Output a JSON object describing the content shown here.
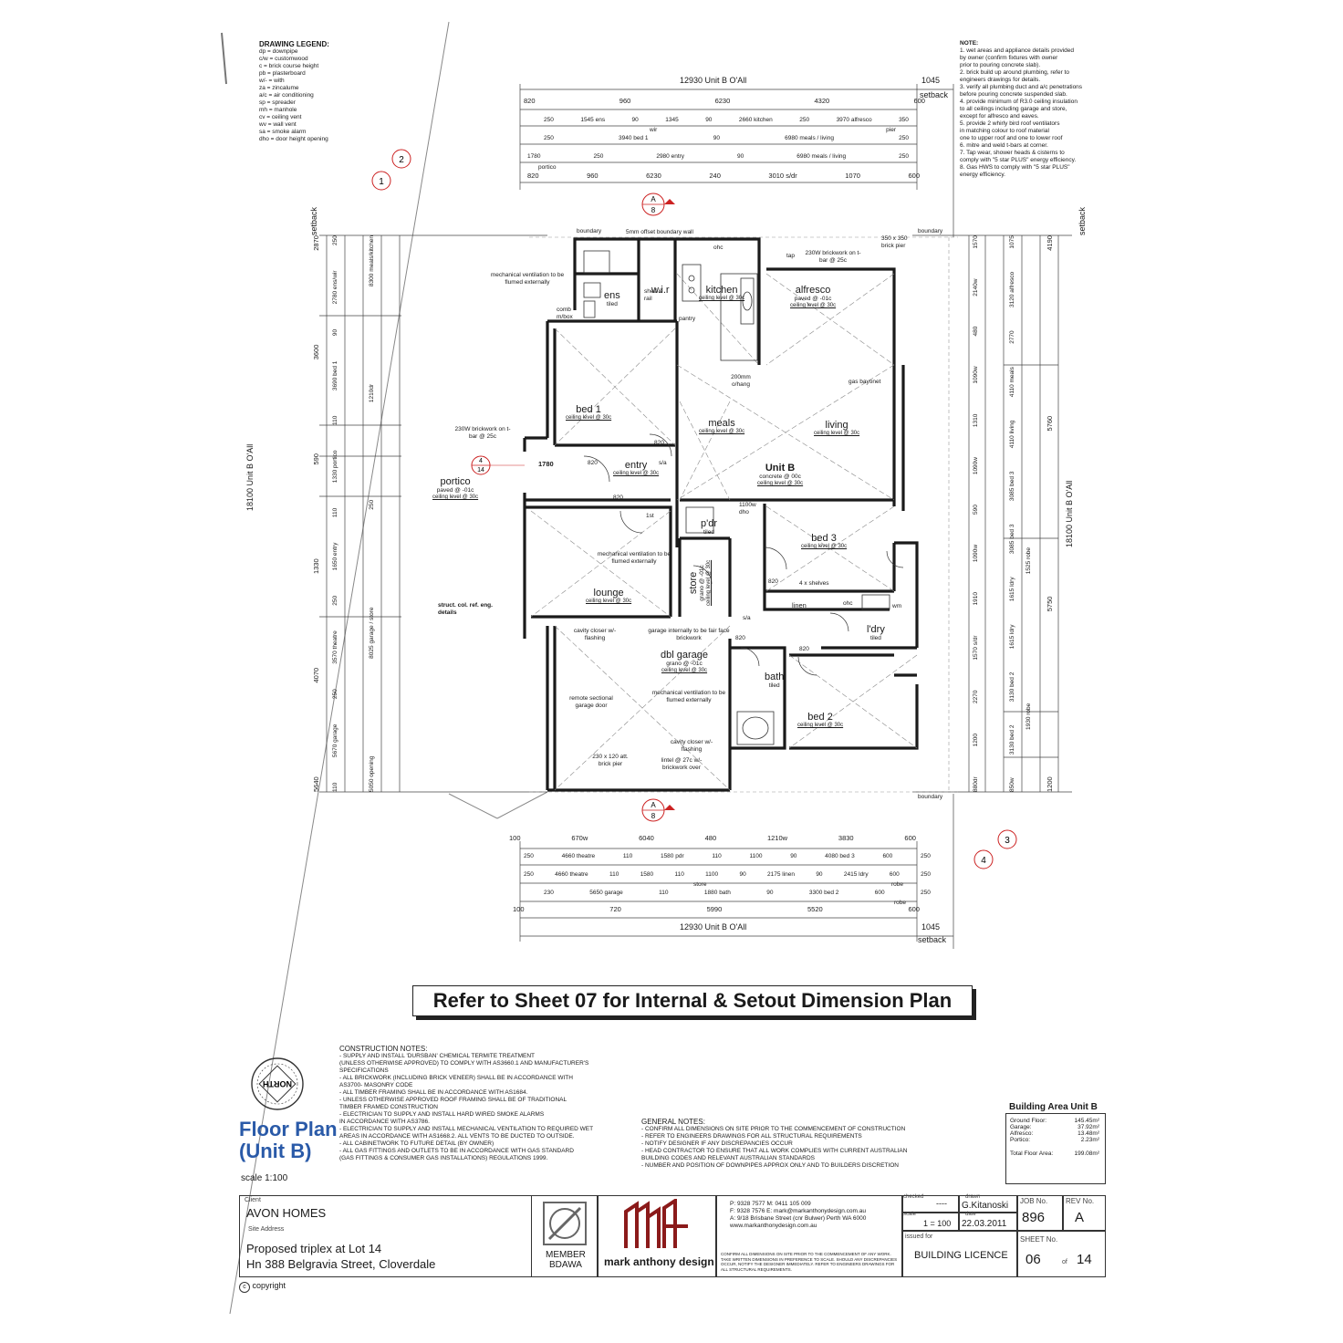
{
  "legend": {
    "title": "DRAWING LEGEND:",
    "items": [
      "dp = downpipe",
      "c/w = customwood",
      "c = brick course height",
      "pb = plasterboard",
      "w/- = with",
      "za = zincalume",
      "a/c = air conditioning",
      "sp = spreader",
      "mh = manhole",
      "cv = ceiling vent",
      "wv = wall vent",
      "sa = smoke alarm",
      "dho = door height opening"
    ]
  },
  "notes": {
    "title": "NOTE:",
    "lines": [
      "1. wet areas  and appliance details provided",
      "by owner (confirm fixtures with owner",
      "prior to pouring concrete slab).",
      "2. brick build up around plumbing, refer to",
      "engineers drawings for details.",
      "3. verify all plumbing duct and a/c penetrations",
      "before pouring concrete suspended slab.",
      "4. provide minimum of R3.0 ceiling insulation",
      "to all ceilings including garage and store,",
      "except for alfresco and eaves.",
      "5. provide 2 whirly bird roof ventilators",
      "in matching colour to roof material",
      "one to upper roof and one to lower roof",
      "6. mitre and weld t-bars at corner.",
      "7. Tap wear, shower heads & cisterns to",
      "comply with \"5 star PLUS\" energy efficiency.",
      "8. Gas HWS to comply with \"5 star PLUS\"",
      "energy efficiency."
    ]
  },
  "dims": {
    "top_overall": "12930 Unit B O'All",
    "top_setback": "1045",
    "setback": "setback",
    "top_row1": [
      "820",
      "960",
      "6230",
      "4320",
      "600"
    ],
    "top_row2": [
      "250",
      "1545 ens",
      "90",
      "1345",
      "90",
      "2660 kitchen",
      "250",
      "3970 alfresco",
      "350"
    ],
    "top_row2b": [
      "wir",
      "pier"
    ],
    "top_row3": [
      "250",
      "3940 bed 1",
      "90",
      "6980 meals / living",
      "250"
    ],
    "top_row4": [
      "1780",
      "250",
      "2980 entry",
      "90",
      "6980 meals / living",
      "250"
    ],
    "top_row4b": "portico",
    "top_row5": [
      "820",
      "960",
      "6230",
      "240",
      "3010 s/dr",
      "1070",
      "600"
    ],
    "bottom_row1": [
      "100",
      "670w",
      "6040",
      "480",
      "1210w",
      "3830",
      "600"
    ],
    "bottom_row2": [
      "250",
      "4660 theatre",
      "110",
      "1580 pdr",
      "110",
      "1100",
      "90",
      "4080 bed 3",
      "600",
      "250"
    ],
    "bottom_row3": [
      "250",
      "4660 theatre",
      "110",
      "1580",
      "110",
      "1100",
      "90",
      "2175 linen",
      "90",
      "2415 ldry",
      "600",
      "250"
    ],
    "bottom_row3b": [
      "store",
      "robe"
    ],
    "bottom_row4": [
      "230",
      "5650 garage",
      "110",
      "1880 bath",
      "90",
      "3300 bed 2",
      "600",
      "250"
    ],
    "bottom_row4b": "robe",
    "bottom_row5": [
      "100",
      "720",
      "5990",
      "5520",
      "600"
    ],
    "bottom_overall": "12930 Unit B O'All",
    "bottom_setback": "1045",
    "left_overall": "18100 Unit B O'All",
    "left_col1": [
      "2870",
      "3600",
      "590",
      "1330",
      "4070",
      "5640"
    ],
    "left_col2": [
      "250",
      "2780 ens/wir",
      "90",
      "3690 bed 1",
      "110",
      "1330 portico",
      "110",
      "1650 entry",
      "250",
      "3570 theatre",
      "250",
      "5670 garage",
      "110"
    ],
    "left_col3": [
      "8300 meals/kitchen",
      "1210dr",
      "250",
      "8025 garage / store",
      "5050 opening"
    ],
    "right_overall": "18100 Unit B O'All",
    "right_col1": [
      "4190",
      "5760",
      "5750",
      "1200"
    ],
    "right_col2": [
      "1570",
      "2140w",
      "480",
      "1090w",
      "1310",
      "1090w",
      "590",
      "1090w",
      "1910",
      "1570 s/dr",
      "2270",
      "1200",
      "880dr"
    ],
    "right_col3": [
      "1075",
      "3120 alfresco",
      "2770",
      "4110 meals",
      "4110 living",
      "3085 bed 3",
      "3085 bed 3",
      "1615 ldry",
      "1615 ldry",
      "3130 bed 2",
      "3130 bed 2",
      "850w"
    ],
    "right_col4": [
      "1525 robe",
      "1930 robe"
    ]
  },
  "rooms": {
    "ens": "ens",
    "ens_sub": "tiled",
    "wir": "w.i.r",
    "kitchen": "kitchen",
    "kitchen_ceil": "ceiling level @ 30c",
    "alfresco": "alfresco",
    "alfresco_sub": "paved @ -01c",
    "alfresco_ceil": "ceiling level @ 30c",
    "bed1": "bed 1",
    "bed1_ceil": "ceiling level @ 30c",
    "meals": "meals",
    "meals_ceil": "ceiling level @ 30c",
    "living": "living",
    "living_ceil": "ceiling level @ 30c",
    "entry": "entry",
    "entry_ceil": "ceiling level @ 30c",
    "unitb": "Unit B",
    "unitb_sub": "concrete @ 00c",
    "unitb_ceil": "ceiling level @ 30c",
    "portico": "portico",
    "portico_sub": "paved @ -01c",
    "portico_ceil": "ceiling level @ 30c",
    "bed3": "bed 3",
    "bed3_ceil": "ceiling level @ 30c",
    "pdr": "p'dr",
    "pdr_sub": "tiled",
    "lounge": "lounge",
    "lounge_ceil": "ceiling level @ 30c",
    "store": "store",
    "store_sub": "grano @ -01c",
    "store_ceil": "ceiling level @ 30c",
    "linen": "linen",
    "ldry": "l'dry",
    "ldry_sub": "tiled",
    "garage": "dbl garage",
    "garage_sub": "grano @ -01c",
    "garage_ceil": "ceiling level @ 30c",
    "bath": "bath",
    "bath_sub": "tiled",
    "bed2": "bed 2",
    "bed2_ceil": "ceiling level @ 30c"
  },
  "annotations": {
    "boundary": "boundary",
    "offset_wall": "5mm offset boundary wall",
    "mech_vent": "mechanical ventilation to be flumed externally",
    "brick_tbar": "230W brickwork on t-bar @ 25c",
    "brick_pier": "350 x 350 brick pier",
    "gas_bayonet": "gas bayonet",
    "overhang": "200mm o/hang",
    "struct": "struct. col. ref. eng. details",
    "cavity_closer": "cavity closer w/- flashing",
    "garage_internal": "garage internally to be fair face brickwork",
    "remote_door": "remote sectional garage door",
    "att_pier": "230 x 120 att. brick pier",
    "lintel": "lintel @ 27c w/- brickwork over",
    "shelves": "4 x shelves",
    "shelf_rail": "shelf & rail",
    "dho": "1100w dho",
    "pantry": "pantry",
    "tap": "tap",
    "comb_box": "comb m/box",
    "one_st": "1st",
    "wm": "wm",
    "ohc": "ohc",
    "entry_width": "1780",
    "door_820": "820",
    "sa": "s/a"
  },
  "markers": {
    "section_top": {
      "top": "A",
      "bottom": "8"
    },
    "section_bottom": {
      "top": "A",
      "bottom": "8"
    },
    "section_left": {
      "top": "4",
      "bottom": "14"
    },
    "grid_tl": [
      "1",
      "2"
    ],
    "grid_br": [
      "3",
      "4"
    ]
  },
  "banner": "Refer to Sheet 07 for Internal & Setout Dimension Plan",
  "north": "NORTH",
  "floor_plan_title": [
    "Floor Plan",
    "(Unit B)"
  ],
  "scale_text": "scale 1:100",
  "construction_notes": {
    "title": "CONSTRUCTION NOTES:",
    "lines": [
      "- SUPPLY AND INSTALL 'DURSBAN' CHEMICAL TERMITE TREATMENT",
      "(UNLESS OTHERWISE APPROVED) TO COMPLY WITH AS3660.1 AND MANUFACTURER'S",
      "SPECIFICATIONS",
      "- ALL BRICKWORK (INCLUDING BRICK VENEER) SHALL BE IN ACCORDANCE WITH",
      "AS3700- MASONRY CODE",
      "- ALL TIMBER FRAMING SHALL BE IN ACCORDANCE WITH AS1684.",
      "- UNLESS OTHERWISE APPROVED ROOF FRAMING SHALL BE OF TRADITIONAL",
      "TIMBER FRAMED CONSTRUCTION",
      "- ELECTRICIAN TO SUPPLY AND INSTALL HARD WIRED SMOKE ALARMS",
      "IN ACCORDANCE WITH AS3786.",
      "- ELECTRICIAN TO SUPPLY AND INSTALL MECHANICAL VENTILATION TO REQUIRED WET",
      "AREAS IN ACCORDANCE WITH AS1668.2. ALL VENTS TO BE DUCTED TO OUTSIDE.",
      "- ALL CABINETWORK TO FUTURE DETAIL (BY OWNER)",
      "- ALL GAS FITTINGS AND OUTLETS TO BE IN ACCORDANCE WITH GAS STANDARD",
      "(GAS FITTINGS & CONSUMER GAS INSTALLATIONS) REGULATIONS 1999."
    ]
  },
  "general_notes": {
    "title": "GENERAL NOTES:",
    "lines": [
      "- CONFIRM ALL DIMENSIONS ON SITE PRIOR TO THE COMMENCEMENT OF CONSTRUCTION",
      "- REFER TO ENGINEERS DRAWINGS FOR ALL STRUCTURAL REQUIREMENTS",
      "- NOTIFY DESIGNER IF ANY DISCREPANCIES OCCUR",
      "- HEAD CONTRACTOR TO ENSURE THAT ALL WORK COMPLIES WITH CURRENT AUSTRALIAN",
      "BUILDING CODES AND RELEVANT AUSTRALIAN STANDARDS",
      "- NUMBER AND POSITION OF DOWNPIPES APPROX ONLY AND TO BUILDERS DISCRETION"
    ]
  },
  "building_area": {
    "title": "Building Area Unit B",
    "rows": [
      {
        "label": "Ground Floor:",
        "value": "145.45m²"
      },
      {
        "label": "Garage:",
        "value": "37.92m²"
      },
      {
        "label": "Alfresco:",
        "value": "13.48m²"
      },
      {
        "label": "Portico:",
        "value": "2.23m²"
      }
    ],
    "total_label": "Total Floor Area:",
    "total_value": "199.08m²"
  },
  "title_block": {
    "client_label": "Client",
    "client": "AVON HOMES",
    "site_label": "Site Address",
    "site_line1": "Proposed triplex at Lot 14",
    "site_line2": "Hn 388 Belgravia Street,  Cloverdale",
    "member": "MEMBER",
    "bdawa": "BDAWA",
    "logo_text": "mark anthony design",
    "contact": [
      "P: 9328 7577    M: 0411 105 009",
      "F: 9328 7576    E: mark@markanthonydesign.com.au",
      "A: 9/18 Brisbane Street (cnr Bulwer) Perth WA 6000",
      "www.markanthonydesign.com.au"
    ],
    "disclaimer": "CONFIRM ALL DIMENSIONS ON SITE PRIOR TO THE COMMENCEMENT OF ANY WORK. TAKE WRITTEN DIMENSIONS IN PREFERENCE TO SCALE. SHOULD ANY DISCREPANCIES OCCUR, NOTIFY THE DESIGNER IMMEDIATELY. REFER TO ENGINEERS DRAWINGS FOR ALL STRUCTURAL REQUIREMENTS.",
    "checked_label": "checked",
    "checked": "----",
    "drawn_label": "drawn",
    "drawn": "G.Kitanoski",
    "scale_label": "scale",
    "scale": "1 = 100",
    "date_label": "date",
    "date": "22.03.2011",
    "issued_label": "issued for",
    "issued": "BUILDING LICENCE",
    "job_label": "JOB No.",
    "job": "896",
    "rev_label": "REV No.",
    "rev": "A",
    "sheet_label": "SHEET No.",
    "sheet": "06",
    "of_label": "of",
    "sheet_total": "14"
  },
  "copyright": "copyright"
}
